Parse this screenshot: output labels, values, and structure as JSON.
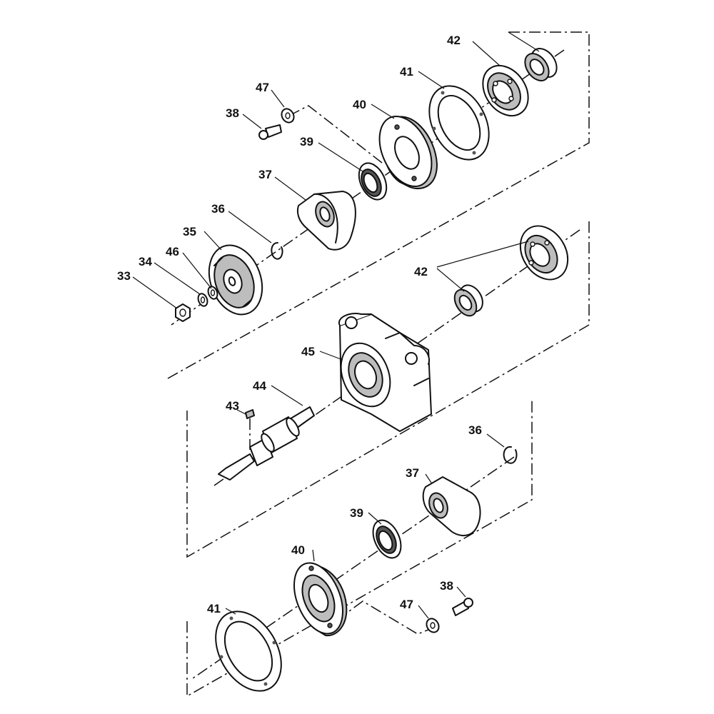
{
  "callouts": {
    "top_42": "42",
    "top_41": "41",
    "top_40": "40",
    "top_47": "47",
    "top_38": "38",
    "top_39": "39",
    "top_37": "37",
    "top_36": "36",
    "top_35": "35",
    "top_46": "46",
    "top_34": "34",
    "top_33": "33",
    "mid_42": "42",
    "mid_45": "45",
    "mid_44": "44",
    "mid_43": "43",
    "bot_36": "36",
    "bot_37": "37",
    "bot_39": "39",
    "bot_40": "40",
    "bot_41": "41",
    "bot_47": "47",
    "bot_38": "38"
  }
}
